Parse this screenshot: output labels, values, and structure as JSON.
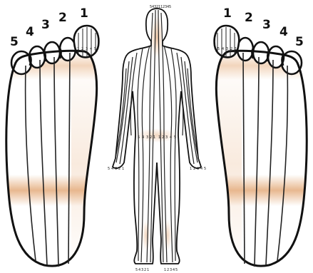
{
  "left_foot": {
    "toe_numbers": [
      "5",
      "4",
      "3",
      "2",
      "1"
    ],
    "big_toe_zone_numbers": [
      "1",
      "2",
      "3",
      "4",
      "5"
    ]
  },
  "right_foot": {
    "toe_numbers": [
      "1",
      "2",
      "3",
      "4",
      "5"
    ],
    "big_toe_zone_numbers": [
      "5",
      "4",
      "3",
      "2",
      "1"
    ]
  },
  "body": {
    "head_numbers": [
      "5",
      "4",
      "3",
      "2",
      "1",
      "1",
      "2",
      "3",
      "4",
      "5"
    ],
    "waist_numbers": [
      "5",
      "4",
      "3",
      "2",
      "1",
      "1",
      "2",
      "3",
      "4",
      "5"
    ],
    "left_hand_numbers": [
      "5",
      "4",
      "3",
      "2",
      "1"
    ],
    "right_hand_numbers": [
      "1",
      "2",
      "3",
      "4",
      "5"
    ],
    "left_foot_numbers": [
      "5",
      "4",
      "3",
      "2",
      "1"
    ],
    "right_foot_numbers": [
      "1",
      "2",
      "3",
      "4",
      "5"
    ]
  },
  "colors": {
    "outline": "#111111",
    "zone_line": "#222222",
    "highlight": "#e0a06a",
    "background": "#ffffff"
  }
}
